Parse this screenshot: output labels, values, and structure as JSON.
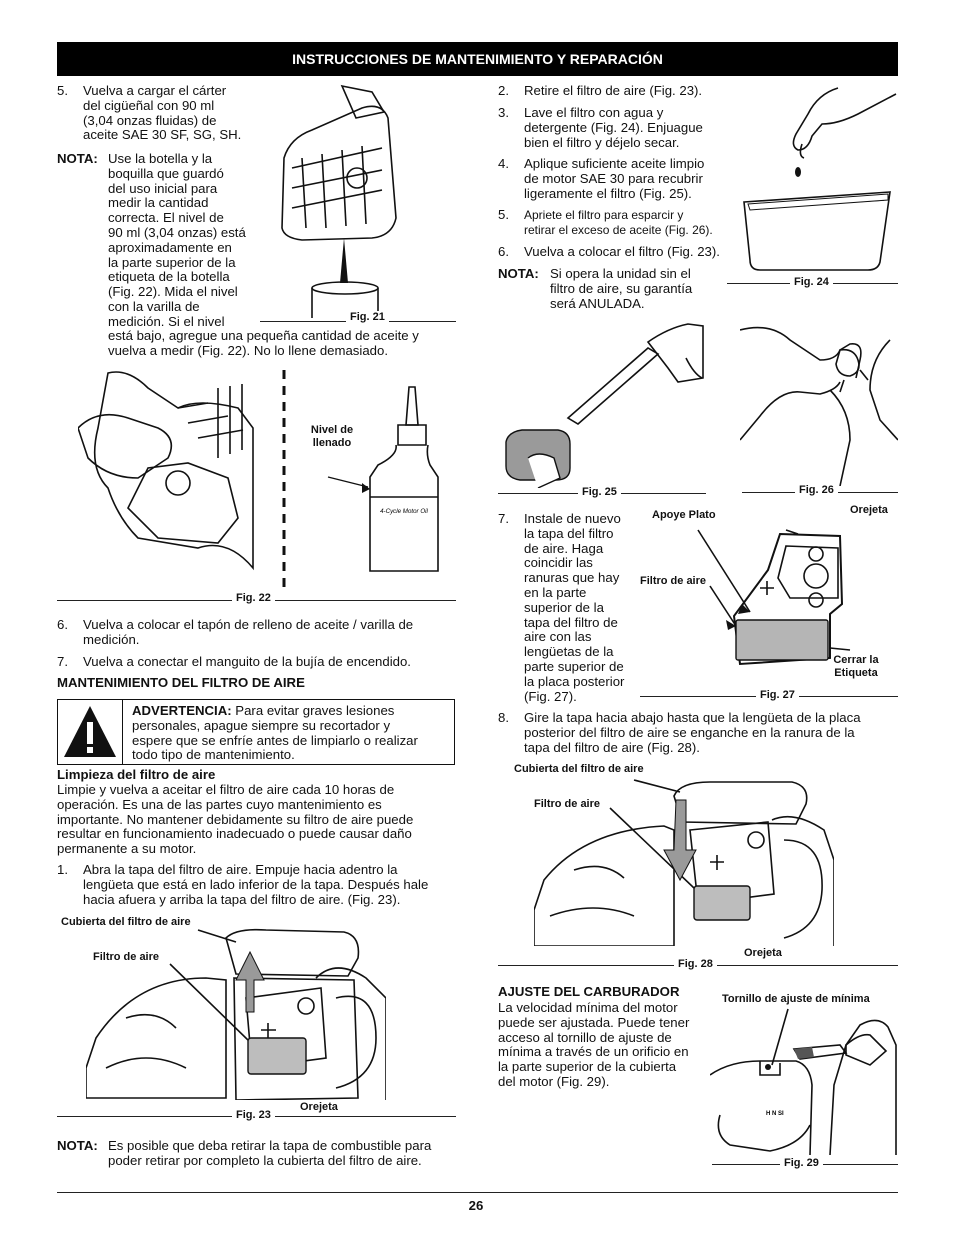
{
  "header": {
    "title": "INSTRUCCIONES DE MANTENIMIENTO Y REPARACIÓN"
  },
  "left": {
    "step5": {
      "num": "5.",
      "lines": [
        "Vuelva a cargar el cárter",
        "del cigüeñal con 90 ml",
        "(3,04 onzas fluidas) de",
        "aceite SAE 30 SF, SG, SH."
      ]
    },
    "nota1": {
      "label": "NOTA:",
      "lines": [
        "Use la botella y la",
        "boquilla que guardó",
        "del uso inicial para",
        "medir la cantidad",
        "correcta. El nivel de",
        "90 ml (3,04 onzas) está",
        "aproximadamente en",
        "la parte superior de la",
        "etiqueta de la botella",
        "(Fig. 22). Mida el nivel",
        "con la varilla de",
        "medición. Si el nivel"
      ],
      "cont": [
        "está bajo, agregue una pequeña cantidad de aceite y",
        "vuelva a medir (Fig. 22). No lo llene demasiado."
      ]
    },
    "fig21": "Fig. 21",
    "fig22": {
      "caption": "Fig. 22",
      "label_line1": "Nivel de",
      "label_line2": "llenado",
      "bottle_text": "4-Cycle Motor Oil"
    },
    "step6": {
      "num": "6.",
      "lines": [
        "Vuelva a colocar el tapón de relleno de aceite / varilla de",
        "medición."
      ]
    },
    "step7": {
      "num": "7.",
      "text": "Vuelva a conectar el manguito de la bujía de encendido."
    },
    "section_air": "MANTENIMIENTO DEL FILTRO DE AIRE",
    "warning": {
      "label": "ADVERTENCIA:",
      "first": " Para evitar graves lesiones",
      "lines": [
        "personales, apague siempre su recortador y",
        "espere que se enfríe antes de limpiarlo o realizar",
        "todo tipo de mantenimiento."
      ]
    },
    "cleaning_title": "Limpieza del filtro de aire",
    "cleaning_lines": [
      "Limpie y vuelva a aceitar el filtro de aire cada 10 horas de",
      "operación. Es una de las partes cuyo mantenimiento es",
      "importante. No mantener debidamente su filtro de aire puede",
      "resultar en funcionamiento inadecuado o puede causar daño",
      "permanente a su motor."
    ],
    "step1": {
      "num": "1.",
      "lines": [
        "Abra la tapa del filtro de aire. Empuje hacia adentro la",
        "lengüeta que está en lado inferior de la tapa. Después hale",
        "hacia afuera y arriba la tapa del filtro de aire. (Fig. 23)."
      ]
    },
    "fig23": {
      "caption": "Fig. 23",
      "cover": "Cubierta del filtro de aire",
      "filter": "Filtro de aire",
      "tab": "Orejeta"
    },
    "nota2": {
      "label": "NOTA:",
      "lines": [
        "Es posible que deba retirar la tapa de combustible para",
        "poder retirar por completo la cubierta del filtro de aire."
      ]
    }
  },
  "right": {
    "step2": {
      "num": "2.",
      "text": "Retire el filtro de aire (Fig. 23)."
    },
    "step3": {
      "num": "3.",
      "lines": [
        "Lave el filtro con agua y",
        "detergente (Fig. 24). Enjuague",
        "bien el filtro y déjelo secar."
      ]
    },
    "step4": {
      "num": "4.",
      "lines": [
        "Aplique suficiente aceite limpio",
        "de motor SAE 30 para recubrir",
        "ligeramente el filtro (Fig. 25)."
      ]
    },
    "step5": {
      "num": "5.",
      "lines": [
        "Apriete el filtro para esparcir y",
        "retirar el exceso de aceite (Fig. 26)."
      ]
    },
    "step6": {
      "num": "6.",
      "text": "Vuelva a colocar el filtro (Fig. 23)."
    },
    "nota": {
      "label": "NOTA:",
      "lines": [
        "Si opera la unidad sin el",
        "filtro de aire, su garantía",
        "será ANULADA."
      ]
    },
    "fig24": "Fig. 24",
    "fig25": "Fig. 25",
    "fig26": "Fig. 26",
    "step7": {
      "num": "7.",
      "lines": [
        "Instale de nuevo",
        "la tapa del filtro",
        "de aire. Haga",
        "coincidir las",
        "ranuras que hay",
        "en la parte",
        "superior de la",
        "tapa del filtro de",
        "aire con las",
        "lengüetas de la",
        "parte superior de",
        "la placa posterior",
        "(Fig. 27)."
      ]
    },
    "fig27": {
      "caption": "Fig. 27",
      "plate": "Apoye Plato",
      "tab": "Orejeta",
      "filter": "Filtro de aire",
      "close1": "Cerrar la",
      "close2": "Etiqueta"
    },
    "step8": {
      "num": "8.",
      "lines": [
        "Gire la tapa hacia abajo hasta que la lengüeta de la placa",
        "posterior del filtro de aire se enganche en la ranura de la",
        "tapa del filtro de aire (Fig. 28)."
      ]
    },
    "fig28": {
      "caption": "Fig. 28",
      "cover": "Cubierta del filtro de aire",
      "filter": "Filtro de aire",
      "tab": "Orejeta"
    },
    "carb_title": "AJUSTE DEL CARBURADOR",
    "carb_lines": [
      "La velocidad mínima del motor",
      "puede ser ajustada. Puede tener",
      "acceso al tornillo de ajuste de",
      "mínima a través de un orificio en",
      "la parte superior de la cubierta",
      "del motor (Fig. 29)."
    ],
    "fig29": {
      "caption": "Fig. 29",
      "screw": "Tornillo de ajuste de mínima",
      "marks": "H  N  SI"
    }
  },
  "footer": {
    "page": "26"
  }
}
